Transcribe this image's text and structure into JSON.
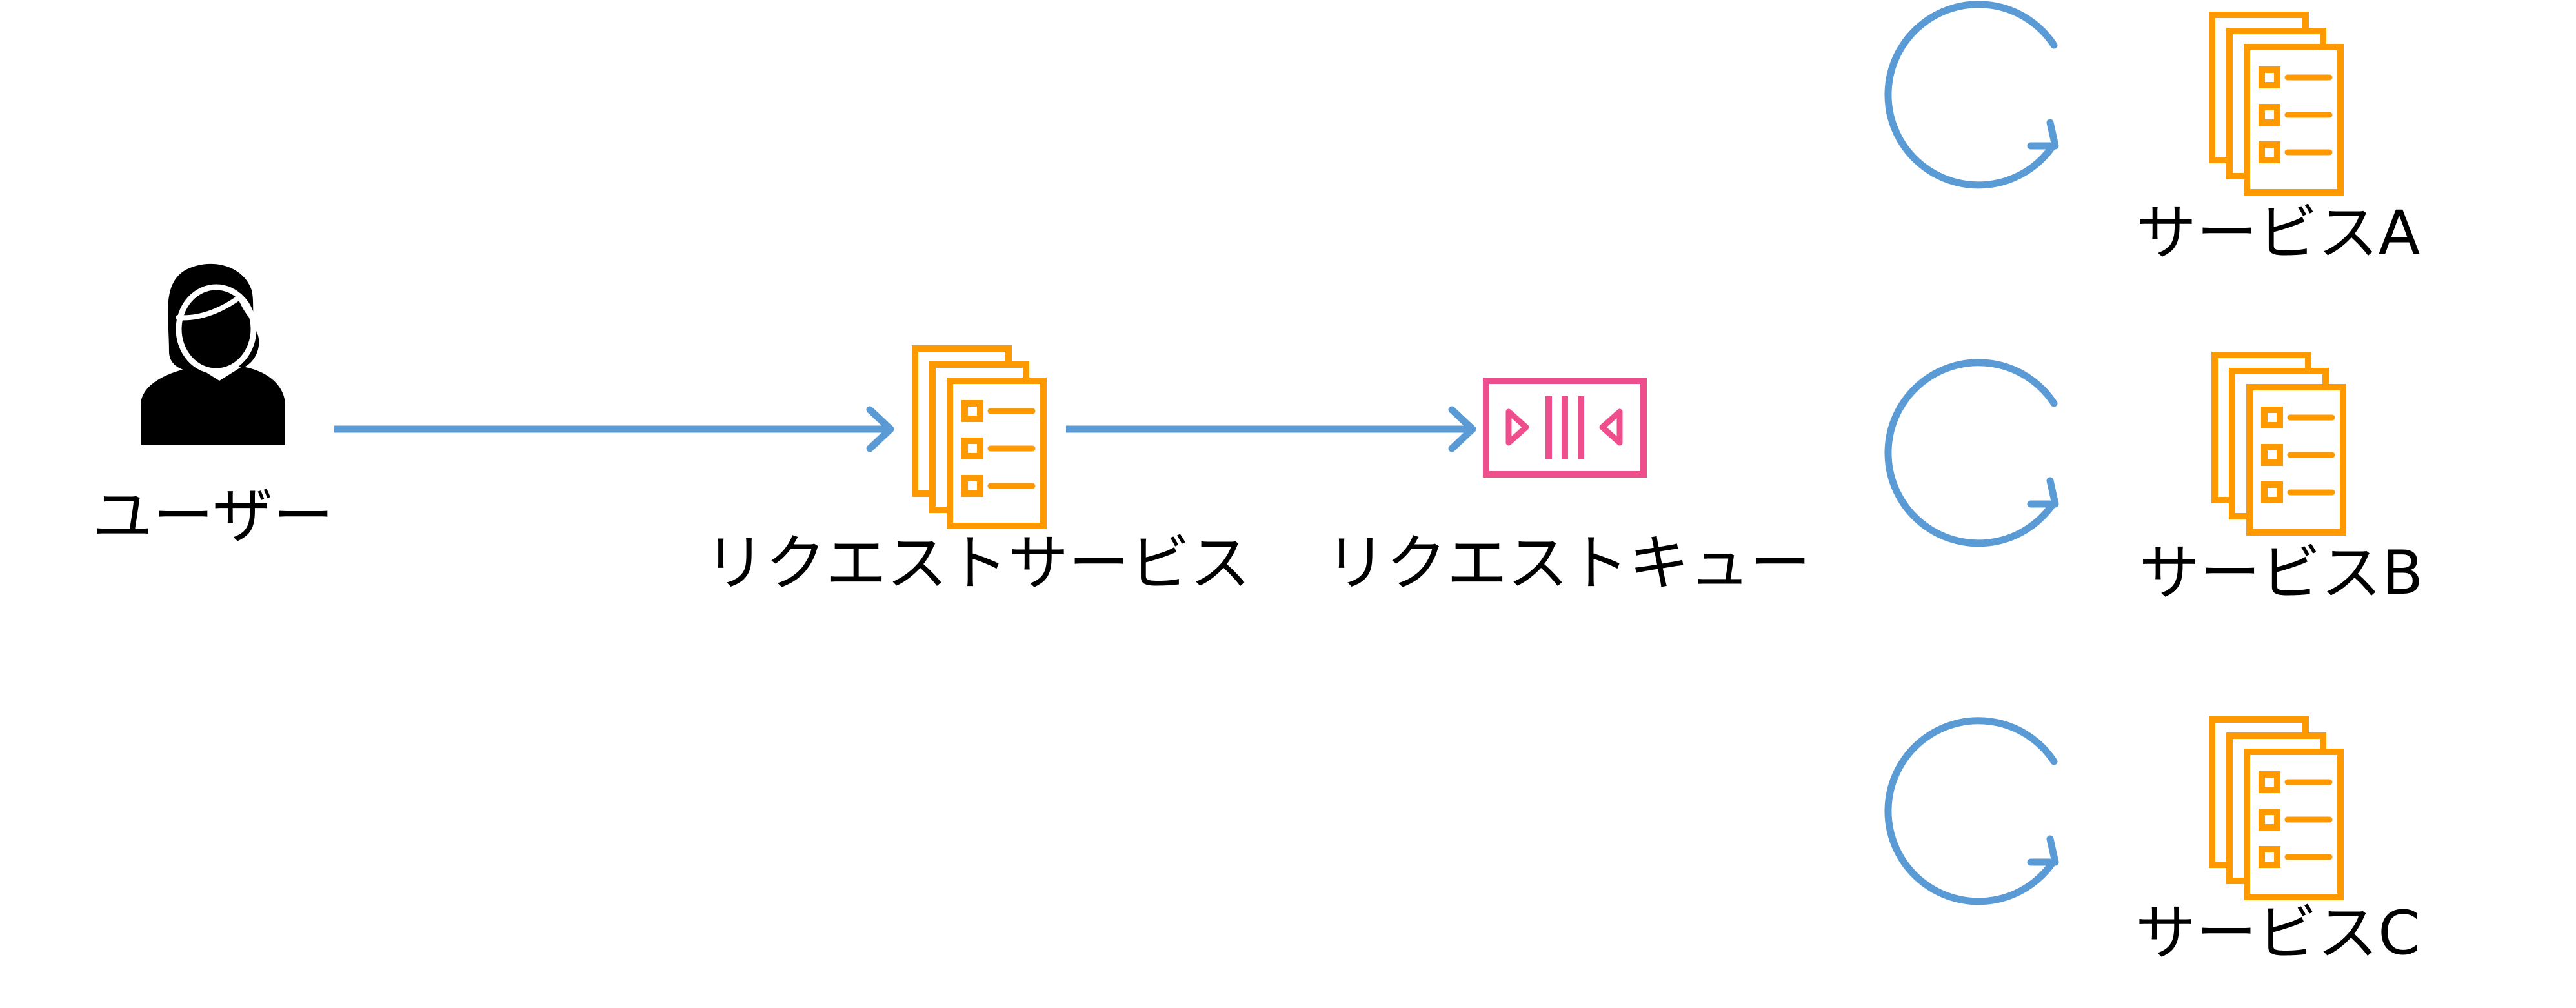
{
  "colors": {
    "arrow": "#5B9BD5",
    "service_icon": "#FF9900",
    "queue_icon": "#EE4E8B",
    "user_icon": "#000000"
  },
  "nodes": {
    "user": {
      "label": "ユーザー",
      "icon": "user-icon"
    },
    "request_service": {
      "label": "リクエストサービス",
      "icon": "service-document-stack-icon"
    },
    "request_queue": {
      "label": "リクエストキュー",
      "icon": "queue-icon"
    },
    "service_a": {
      "label": "サービスA",
      "icon": "service-document-stack-icon"
    },
    "service_b": {
      "label": "サービスB",
      "icon": "service-document-stack-icon"
    },
    "service_c": {
      "label": "サービスC",
      "icon": "service-document-stack-icon"
    }
  },
  "edges": [
    {
      "from": "user",
      "to": "request_service"
    },
    {
      "from": "request_service",
      "to": "request_queue"
    }
  ],
  "loops": [
    {
      "node": "service_a",
      "icon": "polling-loop-icon"
    },
    {
      "node": "service_b",
      "icon": "polling-loop-icon"
    },
    {
      "node": "service_c",
      "icon": "polling-loop-icon"
    }
  ]
}
